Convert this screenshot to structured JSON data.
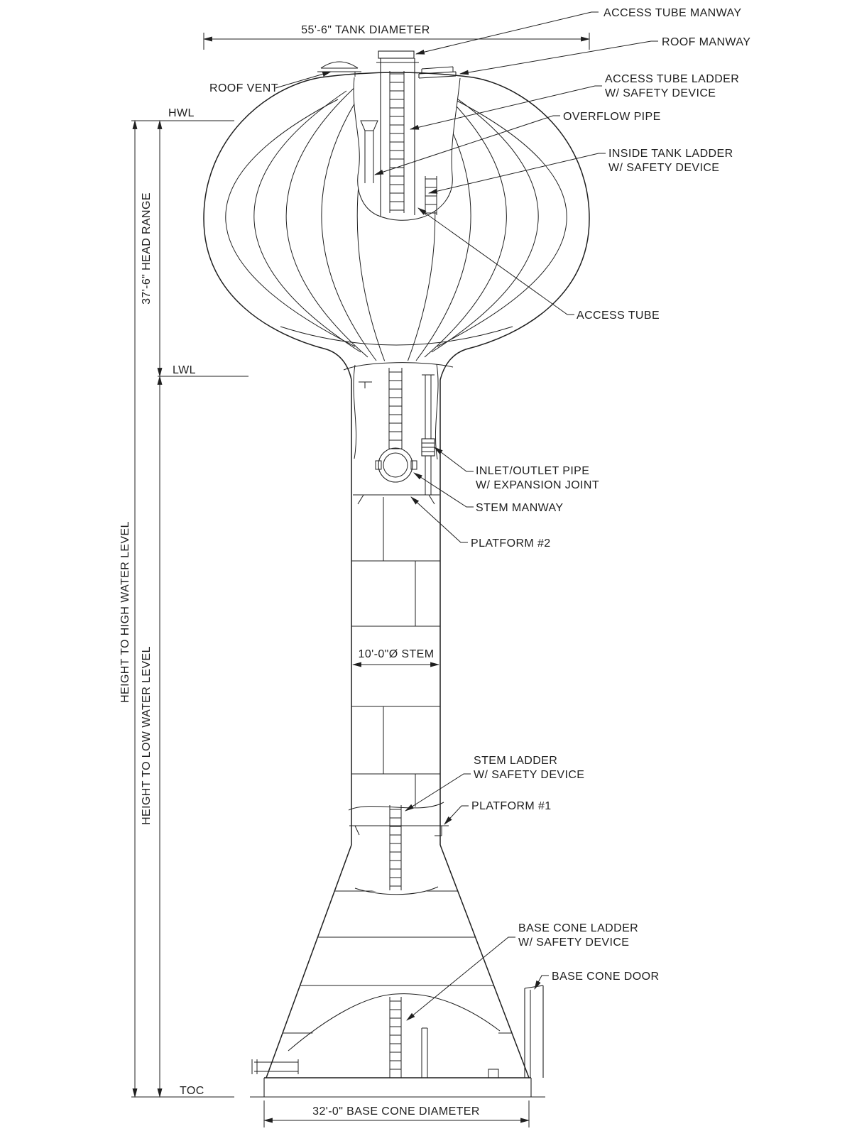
{
  "drawing": {
    "background": "#ffffff",
    "line_color": "#1f1f1f"
  },
  "dimensions": {
    "tank_diameter": "55'-6\" TANK DIAMETER",
    "head_range": "37'-6\" HEAD RANGE",
    "stem": "10'-0\"Ø STEM",
    "base_cone_diameter": "32'-0\" BASE CONE DIAMETER",
    "height_to_hwl": "HEIGHT TO HIGH WATER LEVEL",
    "height_to_lwl": "HEIGHT TO LOW WATER LEVEL"
  },
  "levels": {
    "hwl": "HWL",
    "lwl": "LWL",
    "toc": "TOC"
  },
  "callouts": {
    "access_tube_manway": "ACCESS TUBE MANWAY",
    "roof_manway": "ROOF MANWAY",
    "access_tube_ladder_l1": "ACCESS TUBE LADDER",
    "access_tube_ladder_l2": "W/ SAFETY DEVICE",
    "overflow_pipe": "OVERFLOW PIPE",
    "inside_tank_ladder_l1": "INSIDE TANK LADDER",
    "inside_tank_ladder_l2": "W/ SAFETY DEVICE",
    "roof_vent": "ROOF VENT",
    "access_tube": "ACCESS TUBE",
    "inlet_outlet_l1": "INLET/OUTLET PIPE",
    "inlet_outlet_l2": "W/ EXPANSION JOINT",
    "stem_manway": "STEM MANWAY",
    "platform_2": "PLATFORM #2",
    "stem_ladder_l1": "STEM LADDER",
    "stem_ladder_l2": "W/ SAFETY DEVICE",
    "platform_1": "PLATFORM #1",
    "base_cone_ladder_l1": "BASE CONE LADDER",
    "base_cone_ladder_l2": "W/ SAFETY DEVICE",
    "base_cone_door": "BASE CONE DOOR"
  }
}
